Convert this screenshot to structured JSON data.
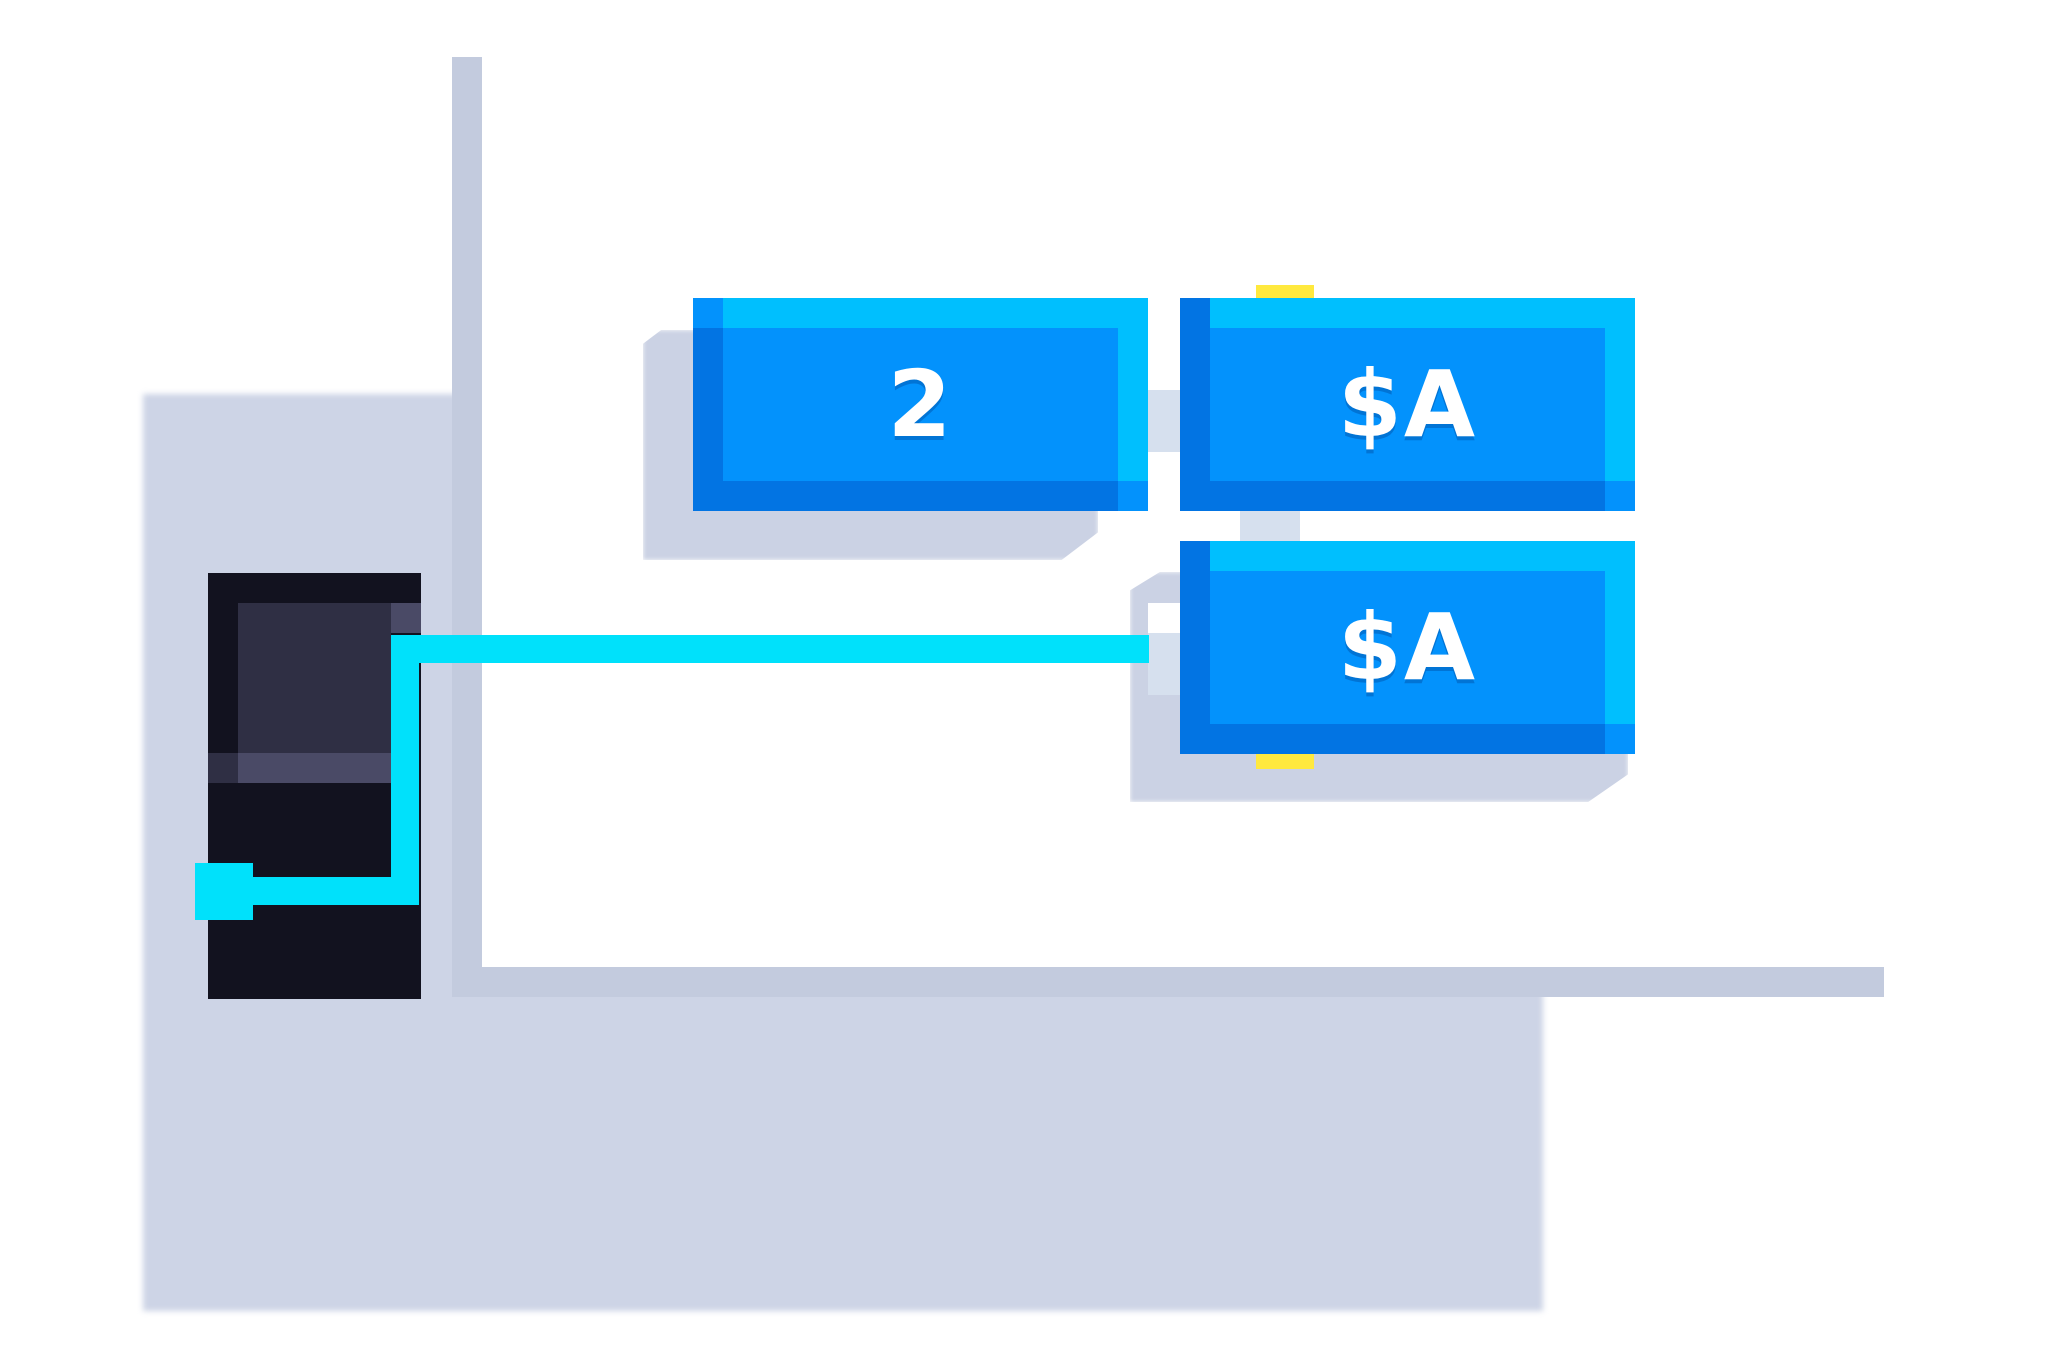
{
  "blocks": [
    {
      "id": "number-block",
      "label": "2"
    },
    {
      "id": "variable-block-top",
      "label": "$A"
    },
    {
      "id": "variable-block-bottom",
      "label": "$A"
    }
  ],
  "colors": {
    "block_face": "#0392fc",
    "block_highlight": "#00bffe",
    "block_shade": "#0274e3",
    "wire": "#00e1fb",
    "notch": "#ffe93e",
    "port": "#12121f",
    "frame": "#c3cbde",
    "backdrop": "#cdd4e6"
  },
  "icons": {
    "port": "input-port-icon",
    "wire": "signal-wire"
  }
}
